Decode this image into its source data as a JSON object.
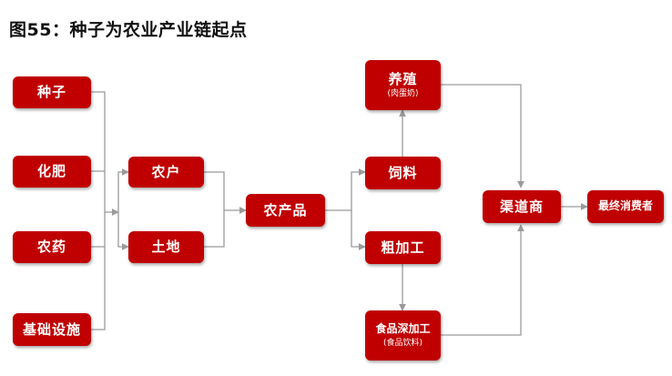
{
  "title": "图55：种子为农业产业链起点",
  "nodes": {
    "seed": "种子",
    "fertilizer": "化肥",
    "pesticide": "农药",
    "infrastructure": "基础设施",
    "farmer": "农户",
    "land": "土地",
    "agri_products": "农产品",
    "breeding": "养殖",
    "breeding_sub": "(肉蛋奶)",
    "feed": "饲料",
    "rough_processing": "粗加工",
    "food_processing": "食品深加工",
    "food_processing_sub": "(食品饮料)",
    "channel": "渠道商",
    "consumer": "最终消费者"
  },
  "colors": {
    "node_fill": "#c00000",
    "node_text": "#ffffff",
    "connector": "#9a9a9a",
    "title": "#111111"
  }
}
